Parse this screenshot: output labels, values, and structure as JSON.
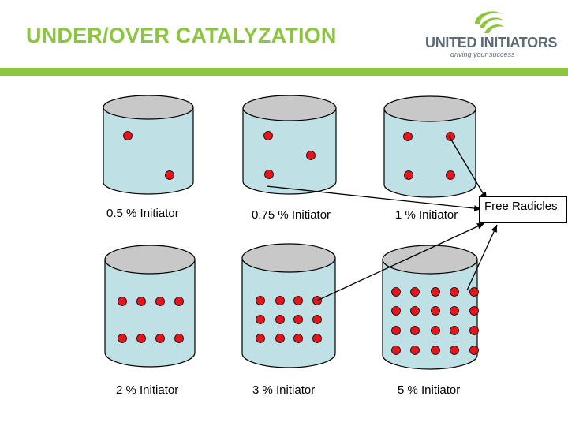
{
  "header": {
    "title": "UNDER/OVER CATALYZATION",
    "logo_text": "UNITED INITIATORS",
    "tagline": "driving your success"
  },
  "colors": {
    "accent_green": "#8cc63f",
    "cylinder_body": "#bfe0e4",
    "cylinder_top": "#c8c8c8",
    "radical_dot": "#e8141c"
  },
  "cylinders": [
    {
      "label": "0.5 % Initiator",
      "radicals": 2
    },
    {
      "label": "0.75 % Initiator",
      "radicals": 3
    },
    {
      "label": "1 % Initiator",
      "radicals": 4
    },
    {
      "label": "2 % Initiator",
      "radicals": 8
    },
    {
      "label": "3 % Initiator",
      "radicals": 12
    },
    {
      "label": "5 % Initiator",
      "radicals": 20
    }
  ],
  "callout": {
    "label": "Free Radicles"
  }
}
